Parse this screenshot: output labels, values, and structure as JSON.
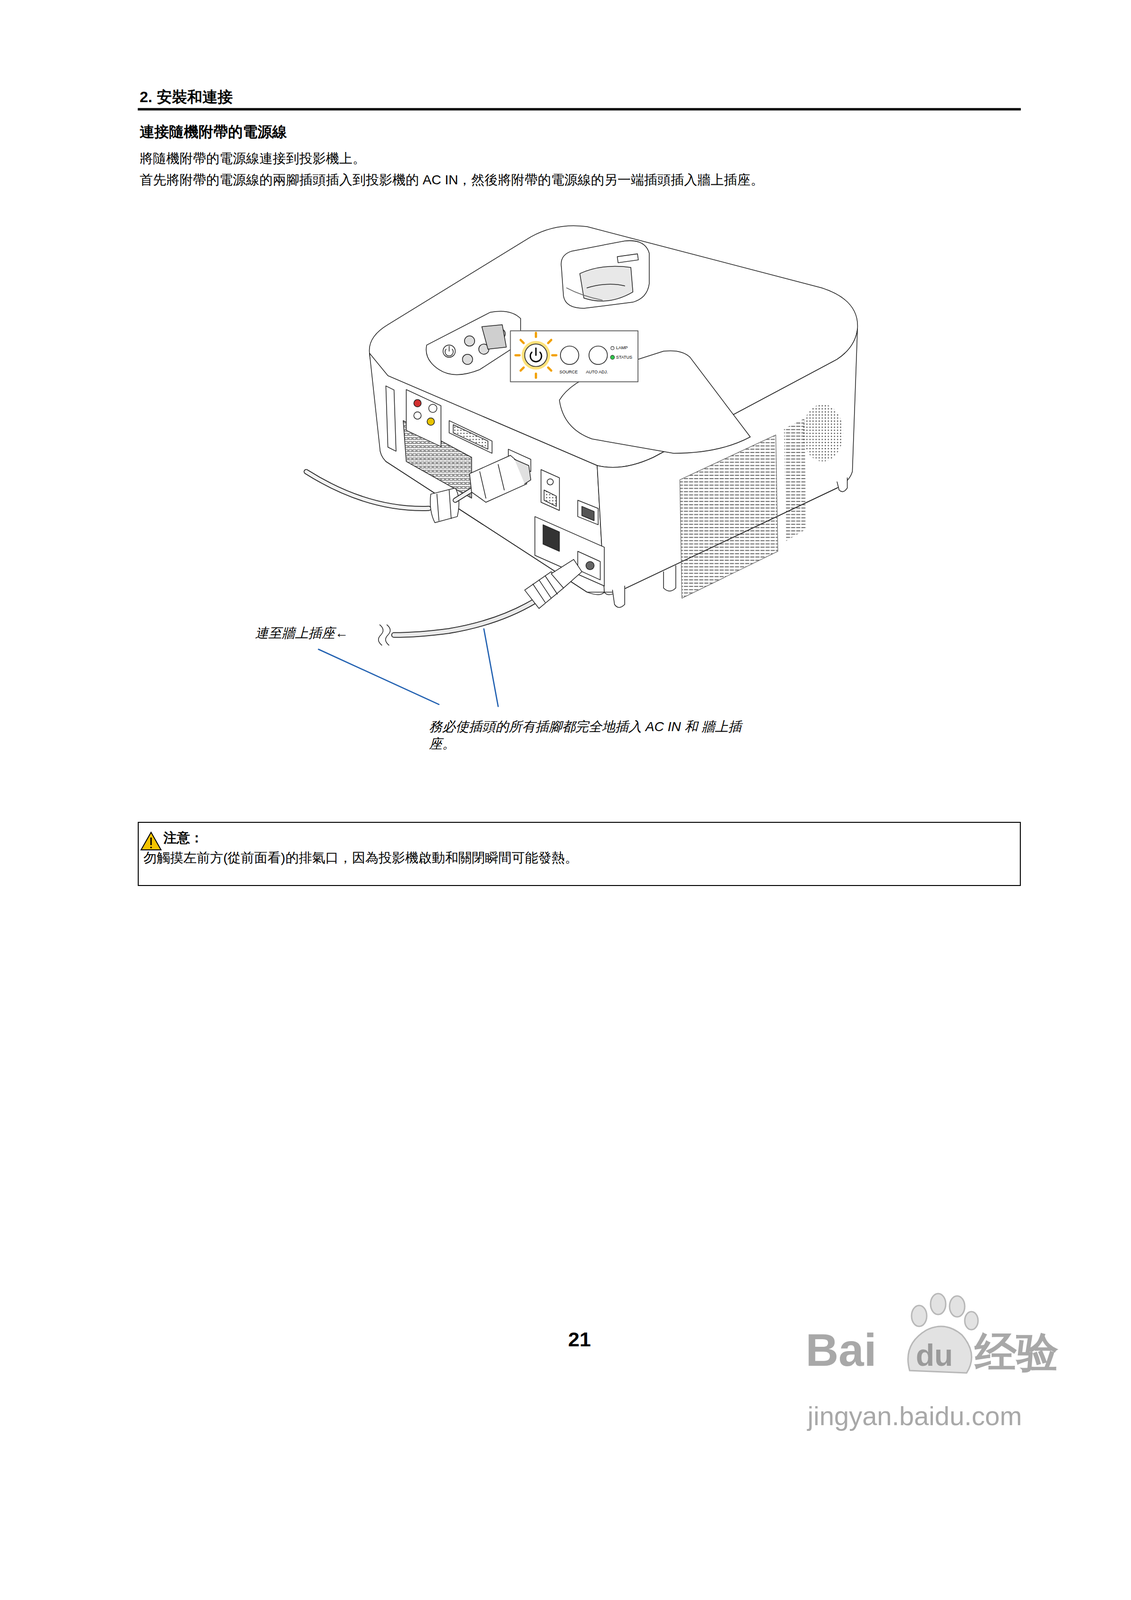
{
  "diagram": {
    "title": "2. 安裝和連接",
    "nodes": [
      {
        "text": [
          "注意：",
          "勿觸摸左前方(從前面看)的排氣口，因為投影機啟動和關閉瞬間可能發熱。"
        ]
      }
    ],
    "labels": [
      "連接隨機附帶的電源線",
      "將隨機附帶的電源線連接到投影機上。",
      "首先將附帶的電源線的兩腳插頭插入到投影機的 AC IN，然後將附帶的電源線的另一端插頭插入牆上插座。",
      "SOURCE",
      "AUTO ADJ.",
      "LAMP",
      "STATUS",
      "連至牆上插座←",
      "務必使插頭的所有插腳都完全地插入 AC IN 和 牆上插座。",
      "21",
      "Bai",
      "du",
      "经验",
      "jingyan.baidu.com"
    ]
  }
}
